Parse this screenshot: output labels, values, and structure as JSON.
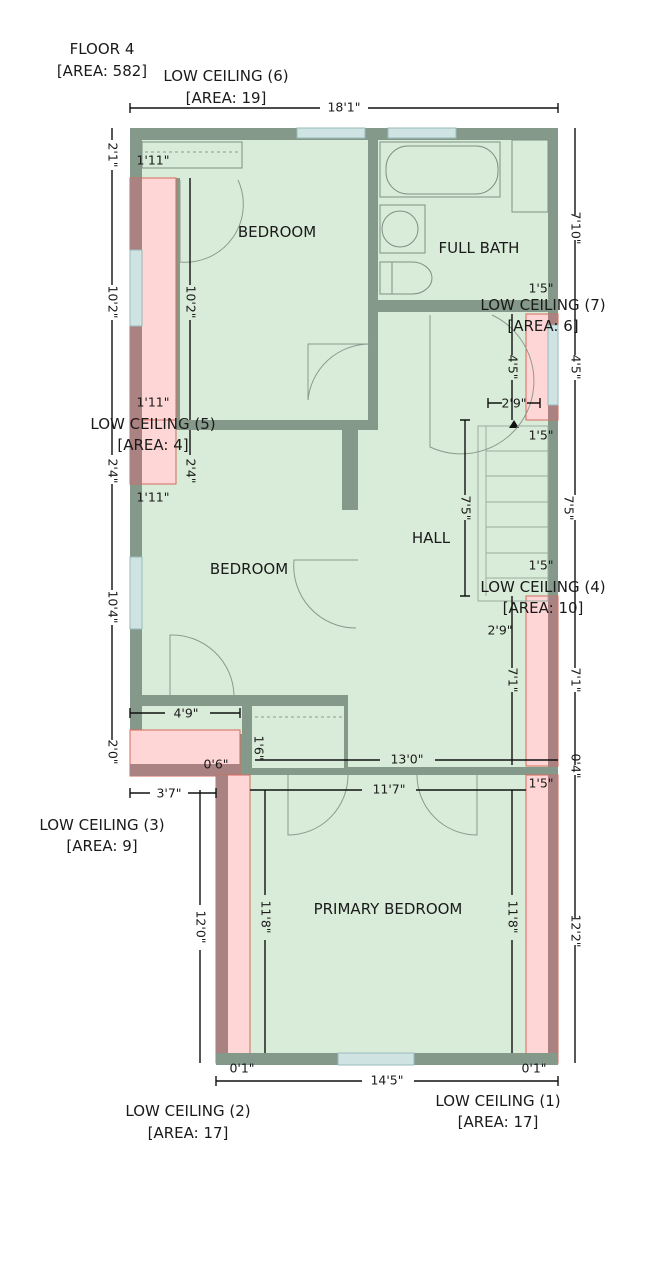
{
  "floor": {
    "title": "FLOOR 4",
    "area": "[AREA: 582]"
  },
  "rooms": {
    "bedroom_1": "BEDROOM",
    "bedroom_2": "BEDROOM",
    "full_bath": "FULL BATH",
    "hall": "HALL",
    "primary_bedroom": "PRIMARY BEDROOM"
  },
  "low_ceilings": [
    {
      "label": "LOW CEILING (1)",
      "area": "[AREA: 17]"
    },
    {
      "label": "LOW CEILING (2)",
      "area": "[AREA: 17]"
    },
    {
      "label": "LOW CEILING (3)",
      "area": "[AREA: 9]"
    },
    {
      "label": "LOW CEILING (4)",
      "area": "[AREA: 10]"
    },
    {
      "label": "LOW CEILING (5)",
      "area": "[AREA: 4]"
    },
    {
      "label": "LOW CEILING (6)",
      "area": "[AREA: 19]"
    },
    {
      "label": "LOW CEILING (7)",
      "area": "[AREA: 6]"
    }
  ],
  "dimensions": {
    "top_width": "18'1\"",
    "left_closet_height": "2'1\"",
    "left_bedroom1_height": "10'2\"",
    "inner_bedroom1_height": "10'2\"",
    "closet_width_top": "1'11\"",
    "lc5_width_a": "1'11\"",
    "lc5_width_b": "1'11\"",
    "left_lc5_height": "2'4\"",
    "inner_lc5_height": "2'4\"",
    "left_bedroom2_height": "10'4\"",
    "left_lc3_height": "2'0\"",
    "closet_width_bottom": "4'9\"",
    "lc3_width": "3'7\"",
    "hall_width": "13'0\"",
    "primary_inner_width": "11'7\"",
    "lc1_width_top": "1'5\"",
    "stair_width_top": "1'5\"",
    "lc4_width": "1'5\"",
    "lc7_width": "1'5\"",
    "right_bath_height": "7'10\"",
    "right_lc7_height": "4'5\"",
    "inner_lc7_height": "4'5\"",
    "stair_span": "2'9\"",
    "stair_span_bottom": "2'9\"",
    "stair_height_left": "7'5\"",
    "stair_height_right": "7'5\"",
    "right_lc4_height": "7'1\"",
    "inner_lc4_height": "7'1\"",
    "primary_left_height": "12'0\"",
    "primary_inner_left": "11'8\"",
    "primary_inner_right": "11'8\"",
    "primary_right_height": "12'2\"",
    "bottom_width": "14'5\"",
    "corner_left": "0'1\"",
    "corner_right": "0'1\"",
    "right_small": "0'4\"",
    "closet_small": "1'6\"",
    "left_small": "0'6\""
  }
}
